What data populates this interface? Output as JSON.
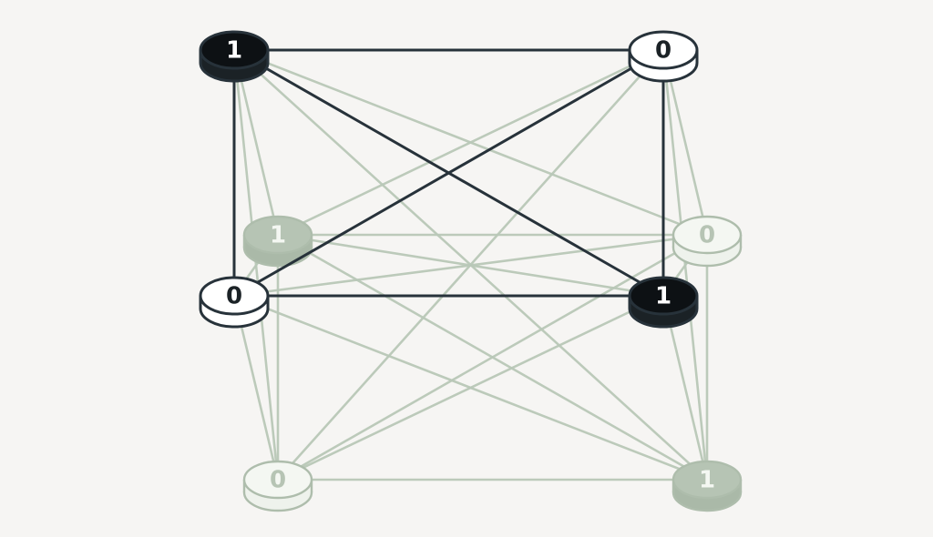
{
  "nodes": [
    {
      "id": "front-top-left",
      "label": "1",
      "style": "front-dark"
    },
    {
      "id": "front-top-right",
      "label": "0",
      "style": "front-light"
    },
    {
      "id": "front-bottom-left",
      "label": "0",
      "style": "front-light"
    },
    {
      "id": "front-bottom-right",
      "label": "1",
      "style": "front-dark"
    },
    {
      "id": "back-top-left",
      "label": "1",
      "style": "back-dark"
    },
    {
      "id": "back-top-right",
      "label": "0",
      "style": "back-light"
    },
    {
      "id": "back-bottom-left",
      "label": "0",
      "style": "back-light"
    },
    {
      "id": "back-bottom-right",
      "label": "1",
      "style": "back-dark"
    }
  ],
  "front_edges": [
    [
      "front-top-left",
      "front-top-right"
    ],
    [
      "front-top-left",
      "front-bottom-left"
    ],
    [
      "front-top-right",
      "front-bottom-right"
    ],
    [
      "front-bottom-left",
      "front-bottom-right"
    ],
    [
      "front-top-left",
      "front-bottom-right"
    ],
    [
      "front-top-right",
      "front-bottom-left"
    ]
  ],
  "colors": {
    "background": "#f6f5f3",
    "front_line": "#27323a",
    "back_line": "#b9c8b8",
    "front_dark_fill": "#0d1114",
    "front_light_fill": "#ffffff",
    "back_dark_fill": "#b6c4b4",
    "back_light_fill": "#f4f7f2"
  }
}
